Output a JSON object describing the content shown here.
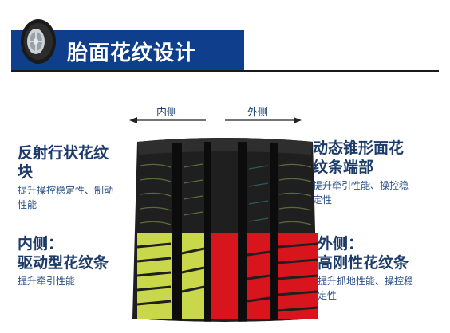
{
  "header": {
    "title": "胎面花纹设计"
  },
  "directions": {
    "inner": "内侧",
    "outer": "外侧"
  },
  "annotations": {
    "top_left": {
      "title_line1": "反射行状花纹",
      "title_line2": "块",
      "sub_line1": "提升操控稳定性、制动",
      "sub_line2": "性能"
    },
    "top_right": {
      "title_line1": "动态锥形面花",
      "title_line2": "纹条端部",
      "sub_line1": "提升牵引性能、操控稳",
      "sub_line2": "定性"
    },
    "bottom_left": {
      "title_line1": "内侧：",
      "title_line2": "驱动型花纹条",
      "sub_line1": "提升牵引性能"
    },
    "bottom_right": {
      "title_line1": "外侧：",
      "title_line2": "高刚性花纹条",
      "sub_line1": "提升抓地性能、操控稳",
      "sub_line2": "定性"
    }
  },
  "colors": {
    "banner": "#0f3e8c",
    "text": "#1d3b69",
    "inner_highlight": "#c8d84a",
    "outer_highlight": "#d8141c",
    "tread": "#1f1f1f"
  }
}
